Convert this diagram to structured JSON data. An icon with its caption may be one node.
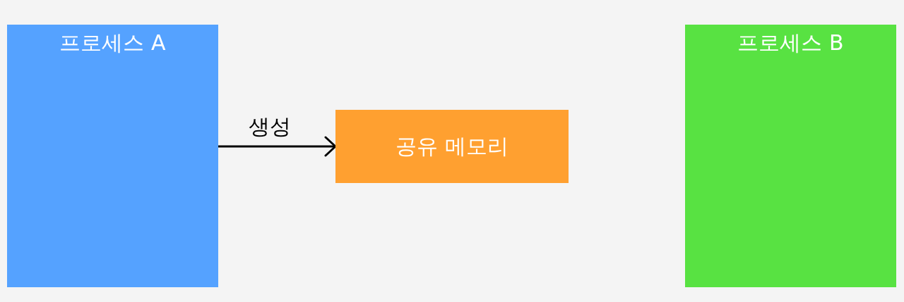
{
  "diagram": {
    "nodes": [
      {
        "text": [
          "프로세스 A"
        ]
      },
      {
        "text": [
          "공유 메모리"
        ]
      },
      {
        "text": [
          "프로세스 B"
        ]
      }
    ],
    "edges": [
      {
        "from": 0,
        "to": 1,
        "arrow": "to",
        "label": "생성"
      }
    ]
  }
}
